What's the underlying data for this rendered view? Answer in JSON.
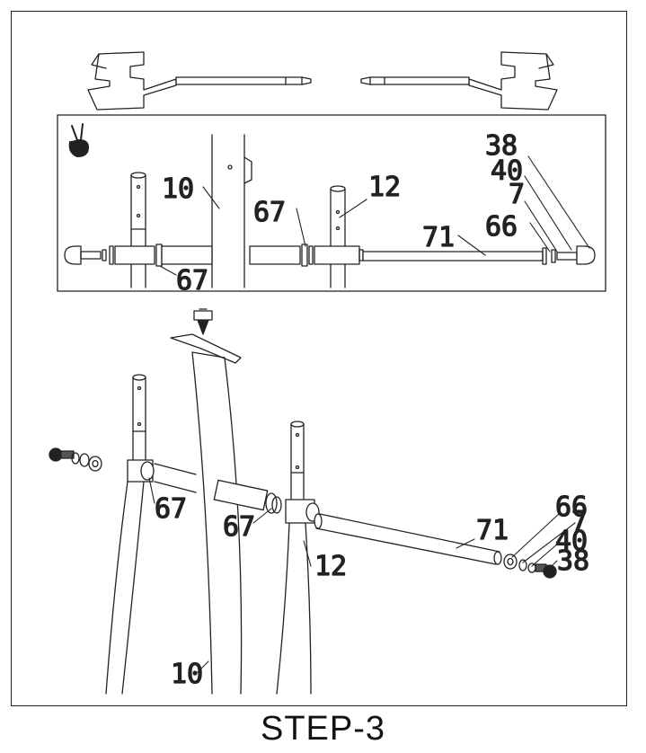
{
  "step_title": "STEP-3",
  "detail_icon": "victory-hand-icon",
  "tools": [
    {
      "name": "wrench-screwdriver-left",
      "icon": "wrench-icon"
    },
    {
      "name": "wrench-screwdriver-right",
      "icon": "wrench-icon"
    }
  ],
  "detail_labels": {
    "frame": "10",
    "upright": "12",
    "spacer_upper": "67",
    "spacer_lower": "67",
    "axle": "71",
    "bolt": "38",
    "lock_washer": "40",
    "washer_7": "7",
    "washer_66": "66"
  },
  "main_labels": {
    "frame": "10",
    "upright": "12",
    "spacer_left": "67",
    "spacer_mid": "67",
    "axle": "71",
    "washer_66": "66",
    "washer_7": "7",
    "lock_washer": "40",
    "bolt": "38"
  }
}
